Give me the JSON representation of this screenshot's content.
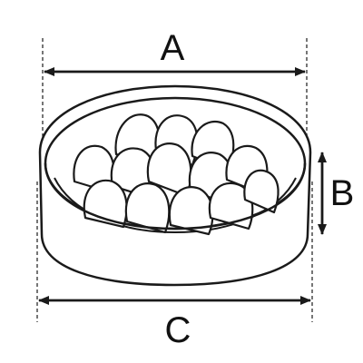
{
  "labels": {
    "top_width": "A",
    "height": "B",
    "bottom_width": "C"
  },
  "colors": {
    "line": "#1a1a1a",
    "fill": "#ffffff",
    "background": "#ffffff"
  },
  "icons": {
    "object": "slow-feeder-bowl-icon"
  }
}
